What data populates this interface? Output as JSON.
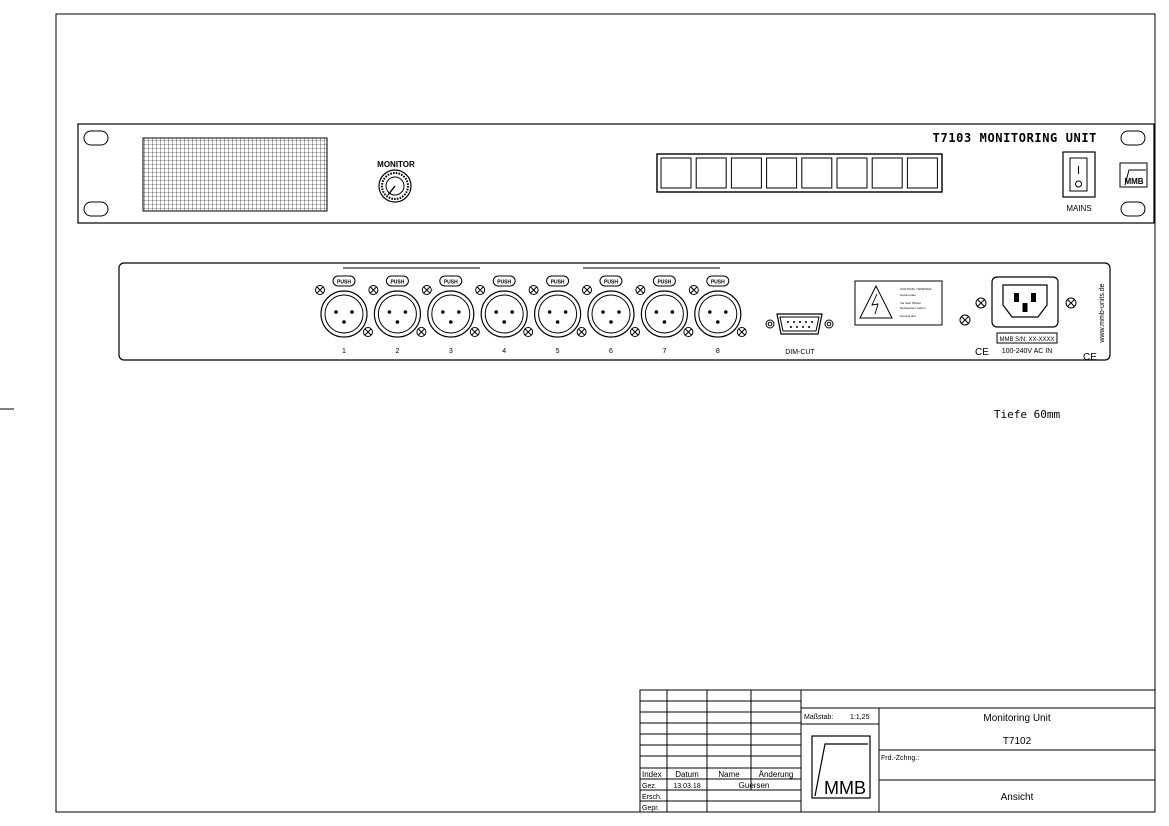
{
  "front_panel": {
    "title": "T7103 MONITORING UNIT",
    "monitor_label": "MONITOR",
    "mains_label": "MAINS",
    "logo_text": "MMB",
    "button_count": 8
  },
  "rear_panel": {
    "push_label": "PUSH",
    "xlr_numbers": [
      "1",
      "2",
      "3",
      "4",
      "5",
      "6",
      "7",
      "8"
    ],
    "dsub_label": "DIM-CUT",
    "warning_lines": [
      "ACHTUNG / WARNING",
      "Gerät erden",
      "Vor dem Öffnen",
      "Netzstecker ziehen",
      "Ground unit"
    ],
    "serial_label": "MMB S/N: XX-XXXX",
    "power_label": "100-240V AC IN",
    "ce_mark": "CE",
    "website": "www.mmb-units.de"
  },
  "notes": {
    "depth": "Tiefe 60mm"
  },
  "title_block": {
    "massstab_label": "Maßstab:",
    "massstab_value": "1:1,25",
    "title": "Monitoring Unit",
    "model": "T7102",
    "frd_label": "Frd.-Zchng.:",
    "view": "Ansicht",
    "logo": "MMB",
    "rev_headers": [
      "Index",
      "Datum",
      "Name",
      "Änderung"
    ],
    "rows": [
      {
        "label": "Gez.",
        "datum": "13.03.18",
        "name": "Guersen"
      },
      {
        "label": "Ersch.",
        "datum": "",
        "name": ""
      },
      {
        "label": "Gepr.",
        "datum": "",
        "name": ""
      }
    ]
  }
}
